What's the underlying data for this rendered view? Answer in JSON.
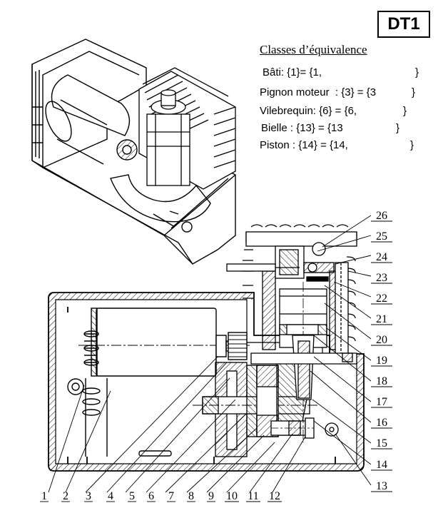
{
  "badge": "DT1",
  "equivalence": {
    "title": "Classes d’équivalence",
    "lines": [
      "Bâti: {1}= {1,",
      "Pignon moteur  : {3} = {3",
      "Vilebrequin: {6} = {6,",
      "Bielle : {13} = {13",
      "Piston : {14} = {14,"
    ],
    "closings": [
      "}",
      "}",
      "}",
      "}",
      "}"
    ]
  },
  "bottom_labels": [
    "1",
    "2",
    "3",
    "4",
    "5",
    "6",
    "7",
    "8",
    "9",
    "10",
    "11",
    "12"
  ],
  "right_labels": [
    "26",
    "25",
    "24",
    "23",
    "22",
    "21",
    "20",
    "19",
    "18",
    "17",
    "16",
    "15",
    "14",
    "13"
  ]
}
